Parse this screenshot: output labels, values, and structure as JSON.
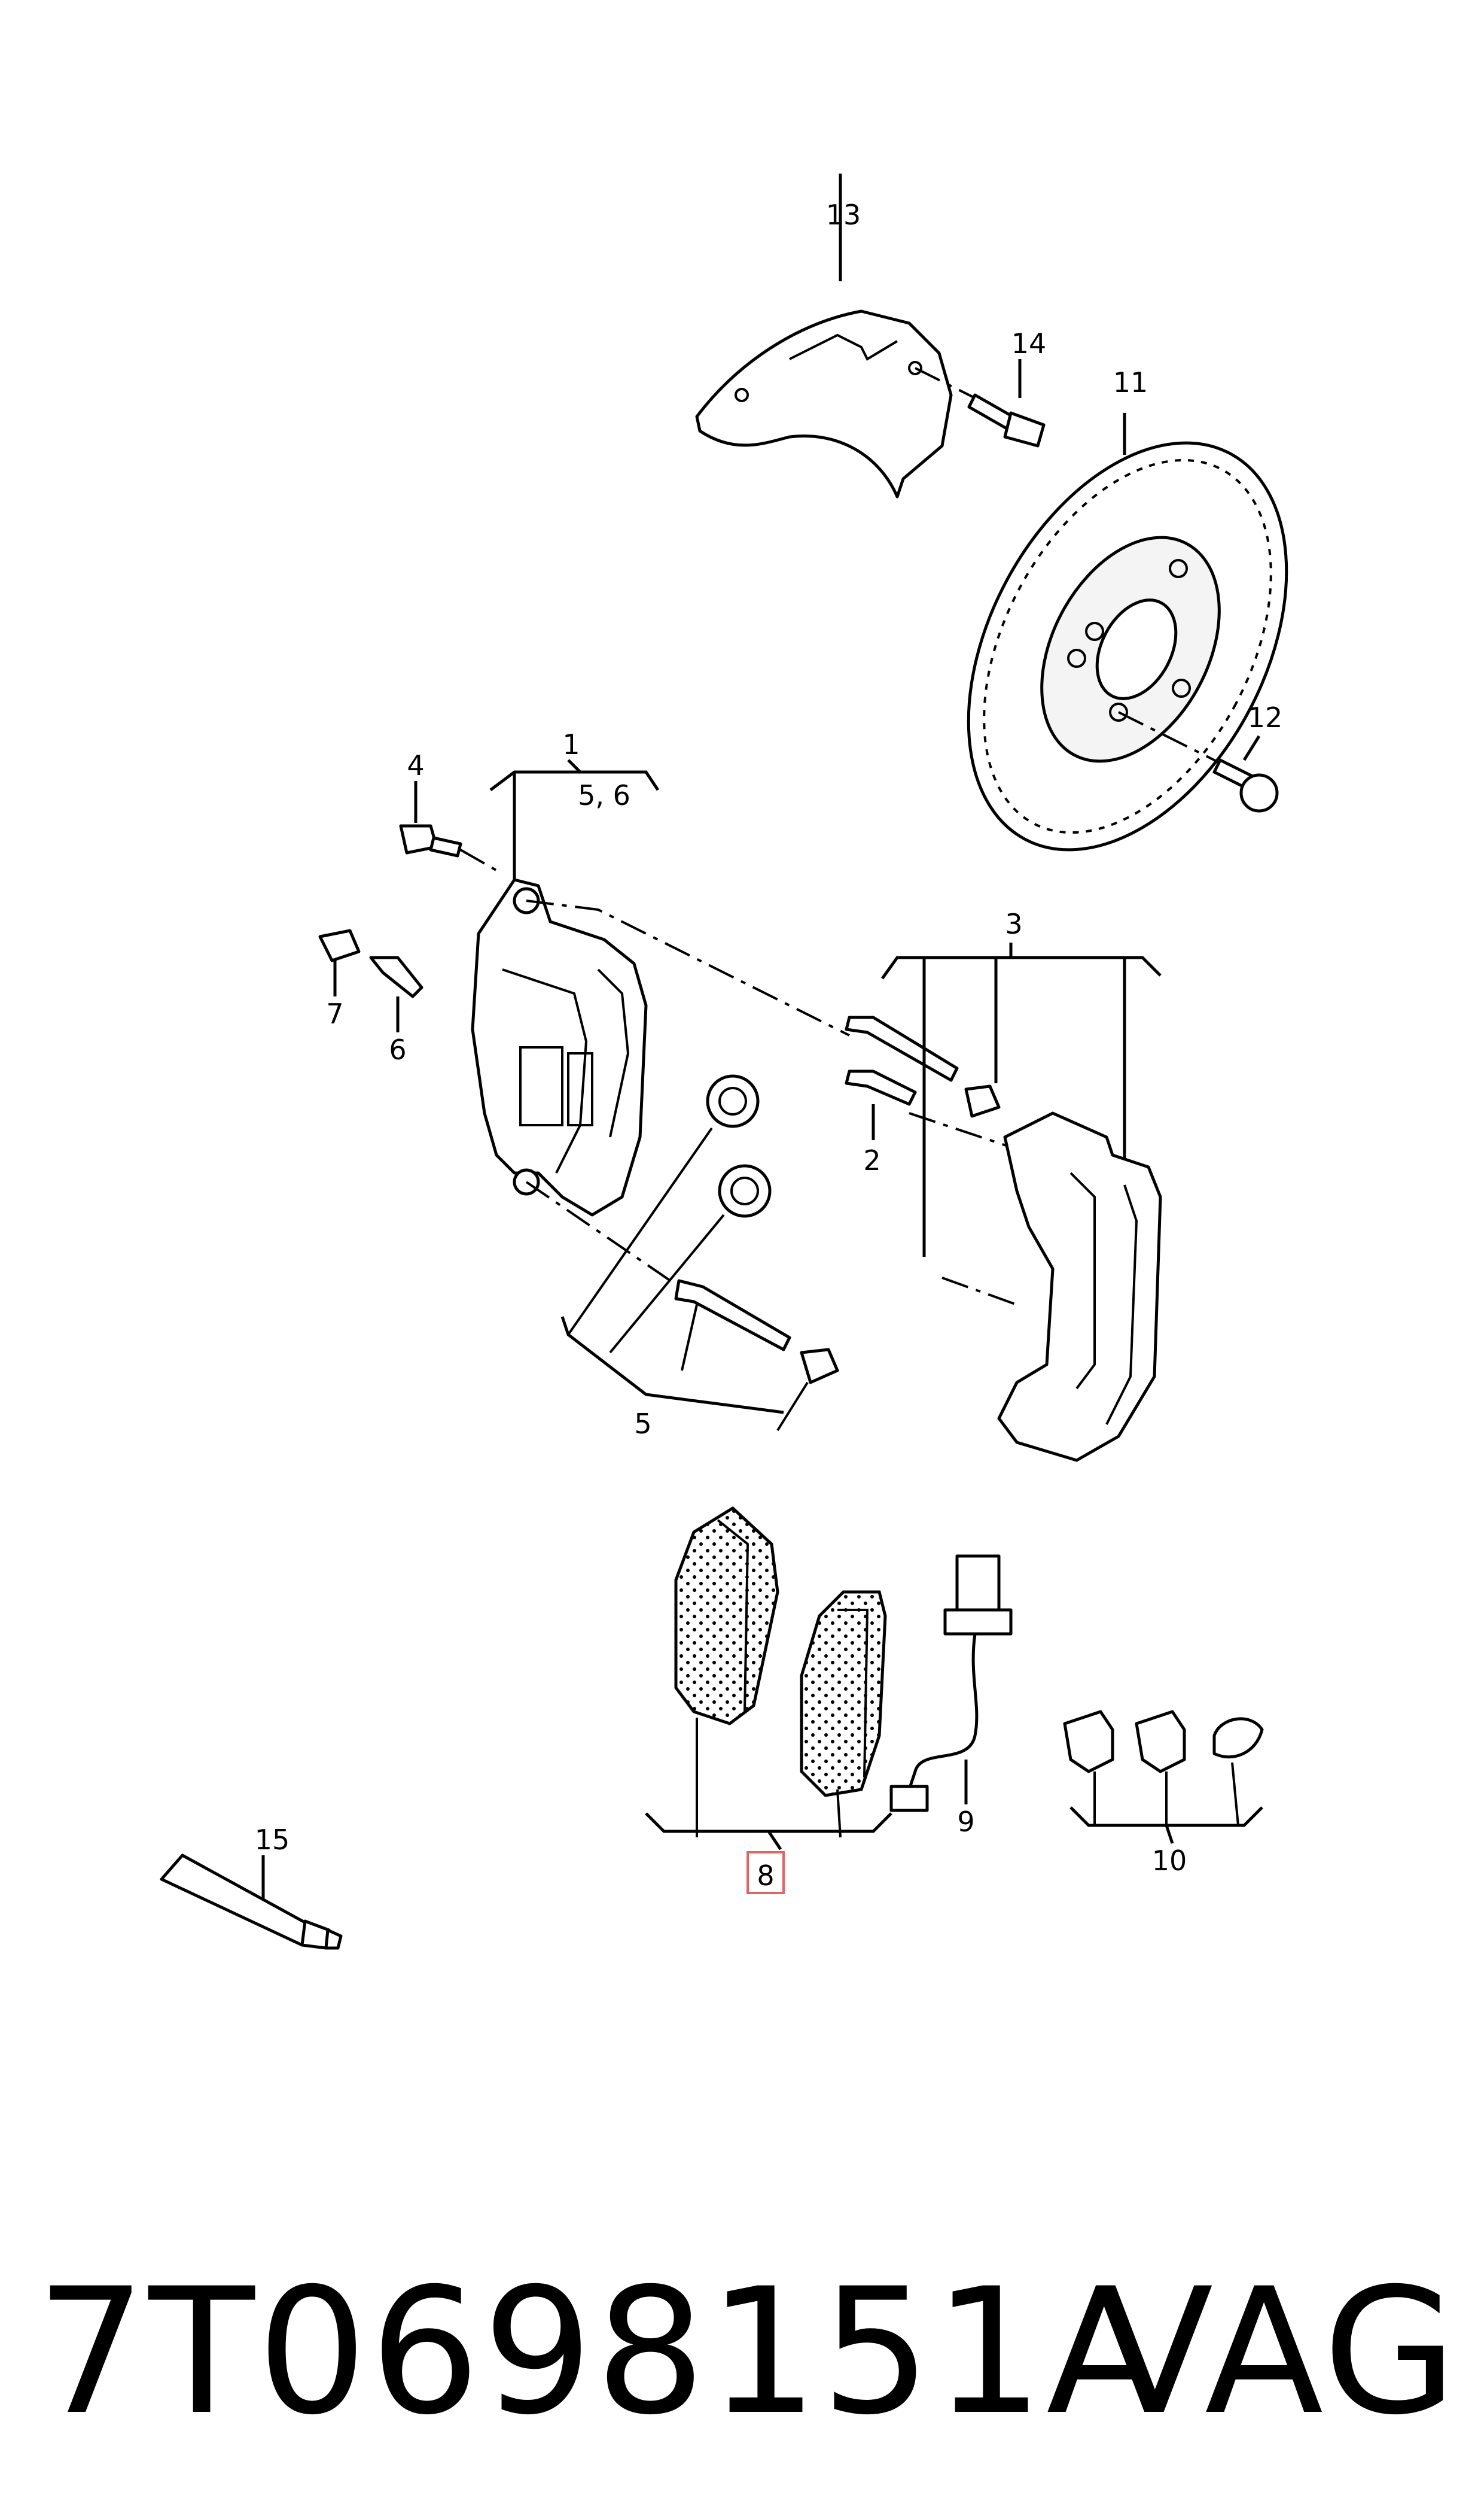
{
  "callouts": [
    {
      "id": "c1",
      "text": "1"
    },
    {
      "id": "c56",
      "text": "5, 6"
    },
    {
      "id": "c2",
      "text": "2"
    },
    {
      "id": "c3",
      "text": "3"
    },
    {
      "id": "c4",
      "text": "4"
    },
    {
      "id": "c5",
      "text": "5"
    },
    {
      "id": "c6",
      "text": "6"
    },
    {
      "id": "c7",
      "text": "7"
    },
    {
      "id": "c8",
      "text": "8"
    },
    {
      "id": "c9",
      "text": "9"
    },
    {
      "id": "c10",
      "text": "10"
    },
    {
      "id": "c11",
      "text": "11"
    },
    {
      "id": "c12",
      "text": "12"
    },
    {
      "id": "c13",
      "text": "13"
    },
    {
      "id": "c14",
      "text": "14"
    },
    {
      "id": "c15",
      "text": "15"
    }
  ],
  "highlight_color": "#e06666",
  "footer": {
    "part_number": "7T0698151A",
    "brand": "VAG"
  }
}
